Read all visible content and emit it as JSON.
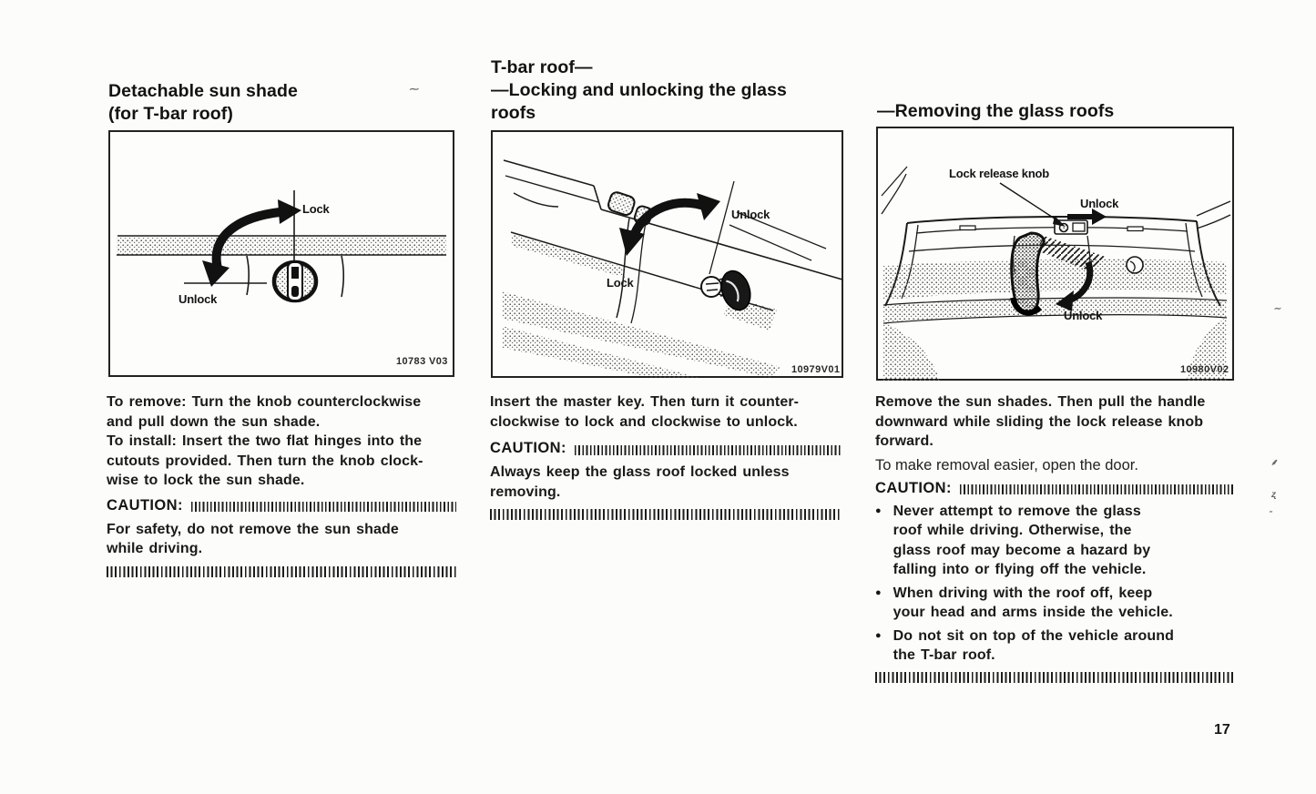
{
  "page_number": "17",
  "left": {
    "heading": "Detachable sun shade\n(for T-bar roof)",
    "figure": {
      "code": "10783 V03",
      "label_lock": "Lock",
      "label_unlock": "Unlock"
    },
    "body": "To remove: Turn the knob counterclockwise\nand pull down the sun shade.\nTo install: Insert the two flat hinges into the\ncutouts provided. Then turn the knob clock-\nwise to lock the sun shade.",
    "caution_label": "CAUTION:",
    "caution_body": "For safety, do not remove the sun shade\nwhile driving."
  },
  "middle": {
    "heading": "T-bar roof—\n—Locking and unlocking the glass\nroofs",
    "figure": {
      "code": "10979V01",
      "label_lock": "Lock",
      "label_unlock": "Unlock"
    },
    "body": "Insert the master key. Then turn it counter-\nclockwise to lock and clockwise to unlock.",
    "caution_label": "CAUTION:",
    "caution_body": "Always keep the glass roof locked unless\nremoving."
  },
  "right": {
    "heading": "—Removing the glass roofs",
    "figure": {
      "code": "10980V02",
      "label_knob": "Lock release knob",
      "label_unlock_top": "Unlock",
      "label_unlock_bottom": "Unlock"
    },
    "body": "Remove the sun shades. Then pull the handle\ndownward while sliding the lock release knob\nforward.",
    "body2": "To make removal easier, open the door.",
    "caution_label": "CAUTION:",
    "bullets": [
      "Never attempt to remove the glass\nroof while driving. Otherwise, the\nglass roof may become a hazard by\nfalling into or flying off the vehicle.",
      "When driving with the roof off, keep\nyour head and arms inside the vehicle.",
      "Do not sit on top of the vehicle around\nthe T-bar roof."
    ]
  }
}
